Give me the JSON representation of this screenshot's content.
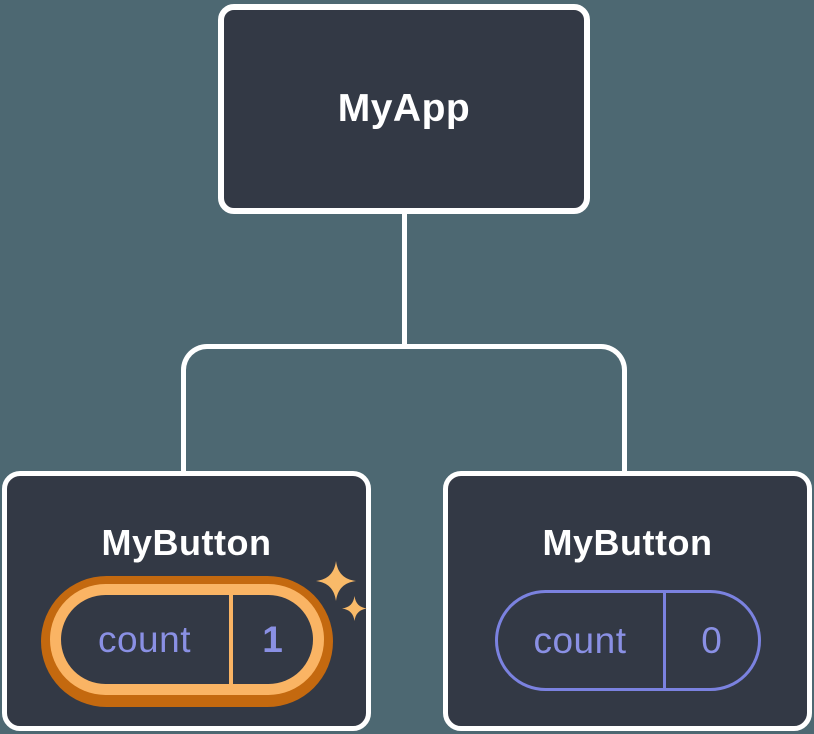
{
  "colors": {
    "background": "#4d6872",
    "node_fill": "#333945",
    "node_border": "#ffffff",
    "state_text_purple": "#8a90e4",
    "pill_stroke_purple": "#7b82e0",
    "highlight_orange_dark": "#c4690f",
    "highlight_orange_light": "#fab464",
    "sparkle_orange": "#f9ba69"
  },
  "tree": {
    "root": {
      "label": "MyApp"
    },
    "children": [
      {
        "label": "MyButton",
        "state": {
          "key": "count",
          "value": "1"
        },
        "highlighted": true
      },
      {
        "label": "MyButton",
        "state": {
          "key": "count",
          "value": "0"
        },
        "highlighted": false
      }
    ]
  }
}
